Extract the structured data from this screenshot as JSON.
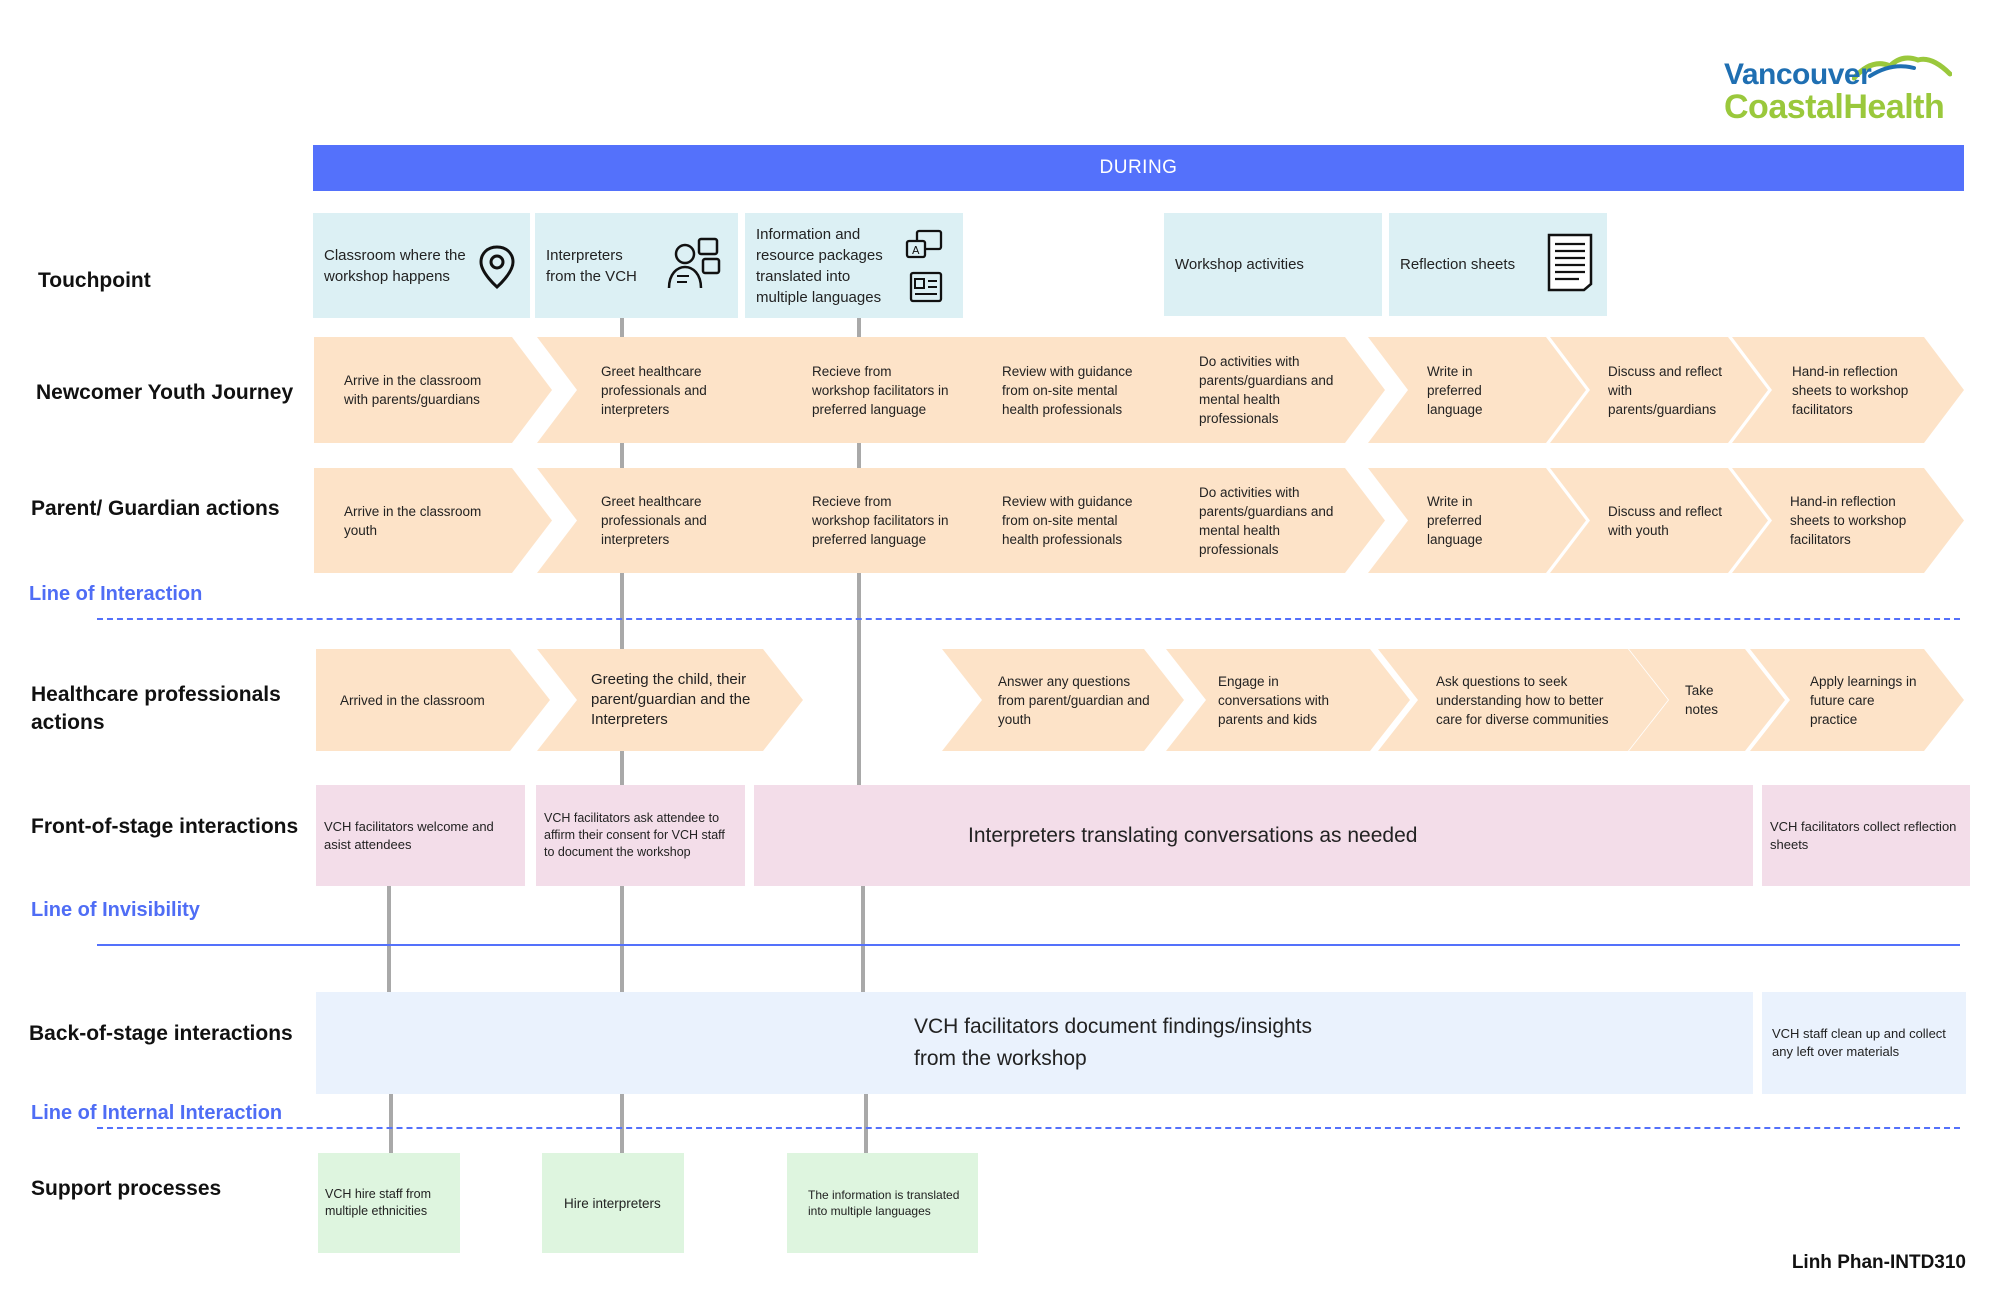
{
  "logo": {
    "line1": "Vancouver",
    "line2": "CoastalHealth"
  },
  "phase": "DURING",
  "row_labels": {
    "touchpoint": "Touchpoint",
    "youth": "Newcomer Youth Journey",
    "parent": "Parent/ Guardian actions",
    "healthcare": "Healthcare professionals actions",
    "front": "Front-of-stage interactions",
    "back": "Back-of-stage interactions",
    "support": "Support processes"
  },
  "lines": {
    "interaction": "Line of Interaction",
    "invisibility": "Line of Invisibility",
    "internal": "Line of Internal Interaction"
  },
  "touchpoints": [
    {
      "text": "Classroom where the workshop happens",
      "icon": "location-pin-icon"
    },
    {
      "text": "Interpreters from the VCH",
      "icon": "interpreter-icon"
    },
    {
      "text": "Information and resource packages translated into multiple languages",
      "icon": "translation-icon"
    },
    {
      "text": "Workshop activities",
      "icon": ""
    },
    {
      "text": "Reflection sheets",
      "icon": "document-icon"
    }
  ],
  "youth_steps": [
    "Arrive in the classroom with parents/guardians",
    "Greet healthcare professionals and interpreters",
    "Recieve from workshop facilitators in preferred language",
    "Review with guidance from on-site mental health professionals",
    "Do activities with parents/guardians and mental health professionals",
    "Write in preferred language",
    "Discuss and reflect with parents/guardians",
    "Hand-in reflection sheets to workshop facilitators"
  ],
  "parent_steps": [
    "Arrive in the classroom youth",
    "Greet healthcare professionals and interpreters",
    "Recieve from workshop facilitators in preferred language",
    "Review with guidance from on-site mental health professionals",
    "Do activities with parents/guardians and mental health professionals",
    "Write in preferred language",
    "Discuss and reflect with youth",
    "Hand-in reflection sheets to workshop facilitators"
  ],
  "healthcare_steps": [
    "Arrived in the classroom",
    "Greeting the child, their parent/guardian and the Interpreters",
    "Answer any questions from parent/guardian and youth",
    "Engage in conversations with parents and kids",
    "Ask questions to seek understanding how to better care for diverse communities",
    "Take notes",
    "Apply learnings in future care practice"
  ],
  "front_stage": [
    "VCH facilitators welcome and asist attendees",
    "VCH facilitators ask attendee to affirm their consent for VCH staff to document the workshop",
    "Interpreters translating conversations as needed",
    "VCH facilitators collect reflection sheets"
  ],
  "back_stage": [
    "VCH facilitators document findings/insights from the workshop",
    "VCH staff clean up and collect any left over materials"
  ],
  "support": [
    "VCH hire staff from multiple ethnicities",
    "Hire interpreters",
    "The information is translated into multiple languages"
  ],
  "credit": "Linh Phan-INTD310",
  "colors": {
    "phase_bar": "#5471fb",
    "line_label": "#4f6df5",
    "touchpoint": "#dcf0f4",
    "chevron": "#fde3c8",
    "front_stage": "#f3dde9",
    "back_stage": "#eaf2fd",
    "support": "#def5df"
  }
}
